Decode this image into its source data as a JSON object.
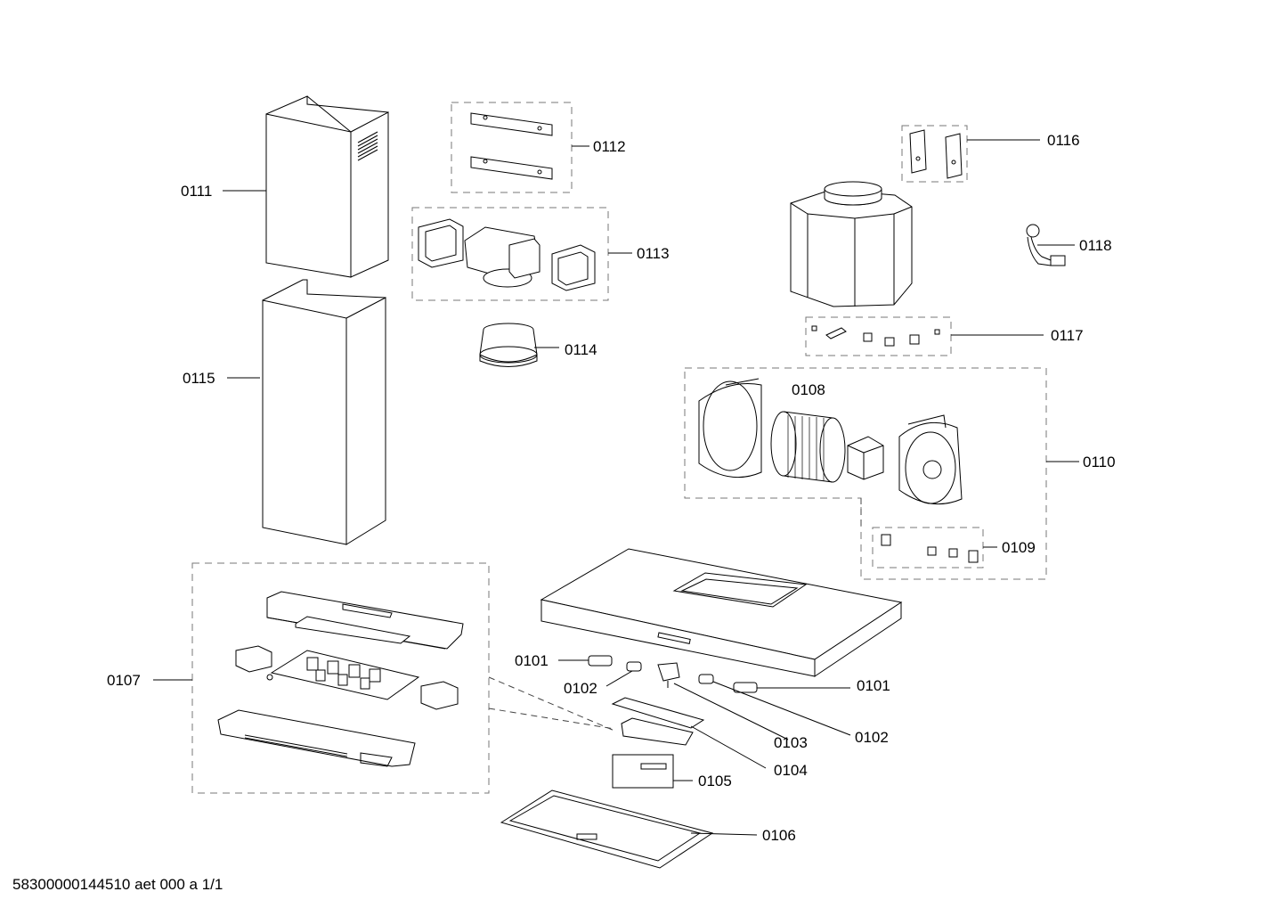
{
  "labels": {
    "p0111": "0111",
    "p0112": "0112",
    "p0113": "0113",
    "p0114": "0114",
    "p0115": "0115",
    "p0116": "0116",
    "p0117": "0117",
    "p0118": "0118",
    "p0108": "0108",
    "p0110": "0110",
    "p0109": "0109",
    "p0107": "0107",
    "p0101a": "0101",
    "p0102a": "0102",
    "p0101b": "0101",
    "p0102b": "0102",
    "p0103": "0103",
    "p0104": "0104",
    "p0105": "0105",
    "p0106": "0106"
  },
  "footer": "58300000144510 aet 000 a 1/1"
}
